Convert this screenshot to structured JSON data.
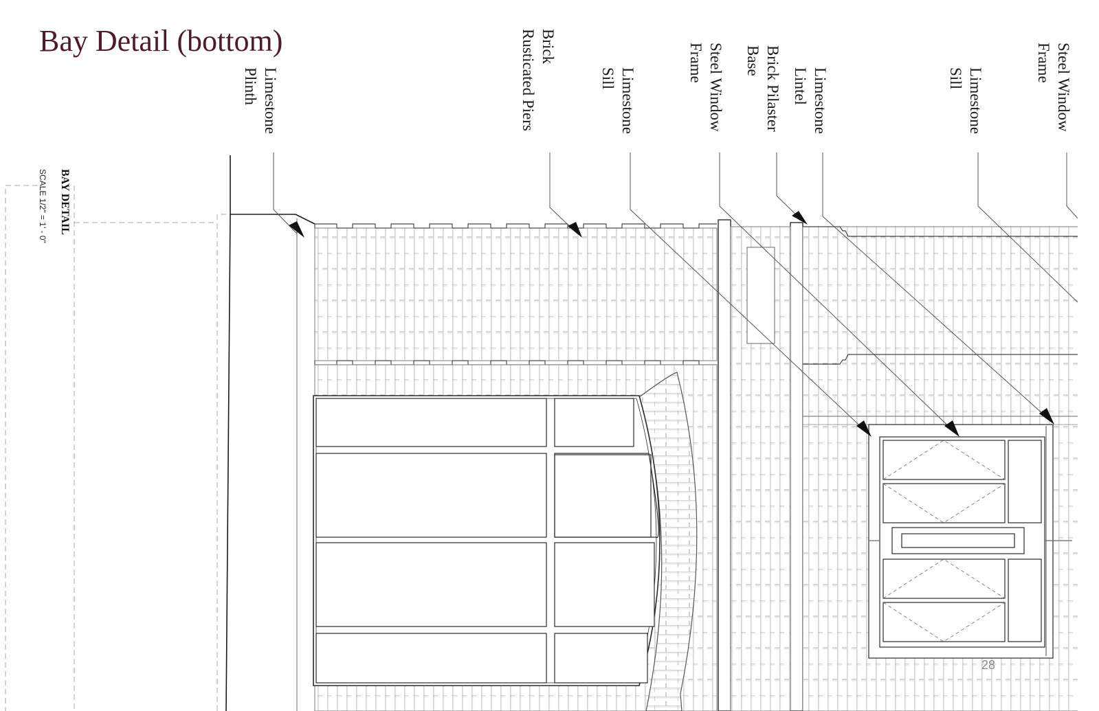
{
  "title": "Bay Detail (bottom)",
  "detail_label": {
    "title": "BAY DETAIL",
    "scale": "SCALE 1/2\" = 1' - 0\""
  },
  "callouts": [
    {
      "line1": "Limestone",
      "line2": "Plinth"
    },
    {
      "line1": "Brick",
      "line2": "Rusticated Piers"
    },
    {
      "line1": "Limestone",
      "line2": "Sill"
    },
    {
      "line1": "Steel Window",
      "line2": "Frame"
    },
    {
      "line1": "Brick Pilaster",
      "line2": "Base"
    },
    {
      "line1": "Limestone",
      "line2": "Lintel"
    },
    {
      "line1": "Limestone",
      "line2": "Sill"
    },
    {
      "line1": "Steel Window",
      "line2": "Frame"
    }
  ],
  "page_number": "28",
  "colors": {
    "title": "#4e1a2c",
    "linework": "#333333",
    "brick": "#9a9a9a",
    "leader": "#555555"
  }
}
